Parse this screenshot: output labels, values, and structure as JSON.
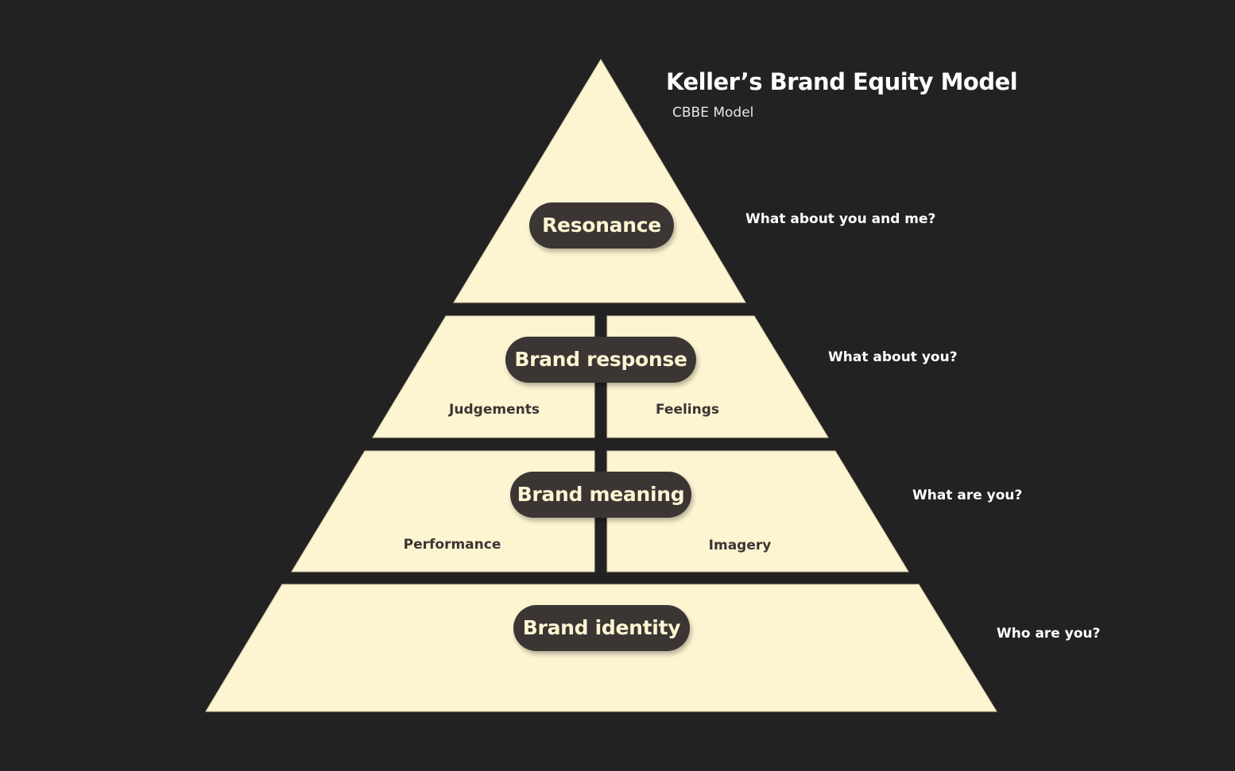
{
  "diagram": {
    "title": "Keller’s Brand Equity Model",
    "subtitle": "CBBE Model",
    "levels": [
      {
        "label": "Resonance",
        "question": "What about you and me?",
        "sub_labels": []
      },
      {
        "label": "Brand response",
        "question": "What about you?",
        "sub_labels": [
          "Judgements",
          "Feelings"
        ]
      },
      {
        "label": "Brand meaning",
        "question": "What are you?",
        "sub_labels": [
          "Performance",
          "Imagery"
        ]
      },
      {
        "label": "Brand identity",
        "question": "Who are you?",
        "sub_labels": []
      }
    ]
  },
  "colors": {
    "background": "#232223",
    "pyramid_fill": "#fdf4d2",
    "pill_fill": "#3b3634",
    "pill_text": "#fdf4d2",
    "question_text": "#ffffff"
  }
}
